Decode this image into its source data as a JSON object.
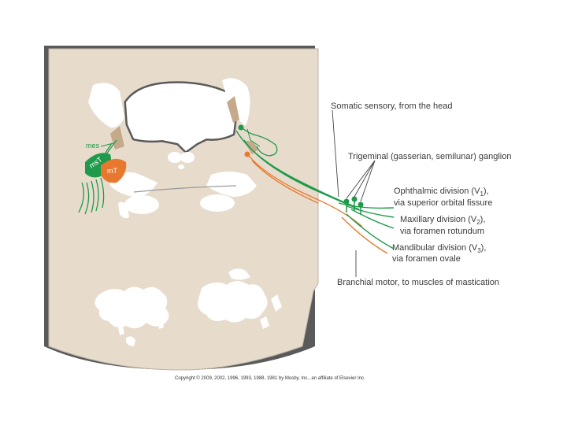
{
  "labels": {
    "somatic_sensory": "Somatic sensory, from the head",
    "ganglion": "Trigeminal (gasserian, semilunar) ganglion",
    "v1_line1_main": "Ophthalmic division (V",
    "v1_sub": "1",
    "v1_line1_end": "),",
    "v1_line2": "via superior orbital fissure",
    "v2_line1_main": "Maxillary division (V",
    "v2_sub": "2",
    "v2_line1_end": "),",
    "v2_line2": "via foramen rotundum",
    "v3_line1_main": "Mandibular division (V",
    "v3_sub": "3",
    "v3_line1_end": "),",
    "v3_line2": "via foramen ovale",
    "branchial_motor": "Branchial motor, to muscles of mastication",
    "nucleus_mes": "mes",
    "nucleus_msT": "msT",
    "nucleus_mT": "mT"
  },
  "copyright": "Copyright © 2009, 2002, 1996, 1993, 1988, 1981 by Mosby, Inc., an affiliate of Elsevier Inc.",
  "colors": {
    "background": "#ffffff",
    "brainstem_fill": "#e7dbcc",
    "brainstem_border": "#8c8c8c",
    "sensory_green": "#1e9a4a",
    "motor_orange": "#e8782e",
    "leader_line": "#444444",
    "shadow": "#5a5a5a"
  }
}
